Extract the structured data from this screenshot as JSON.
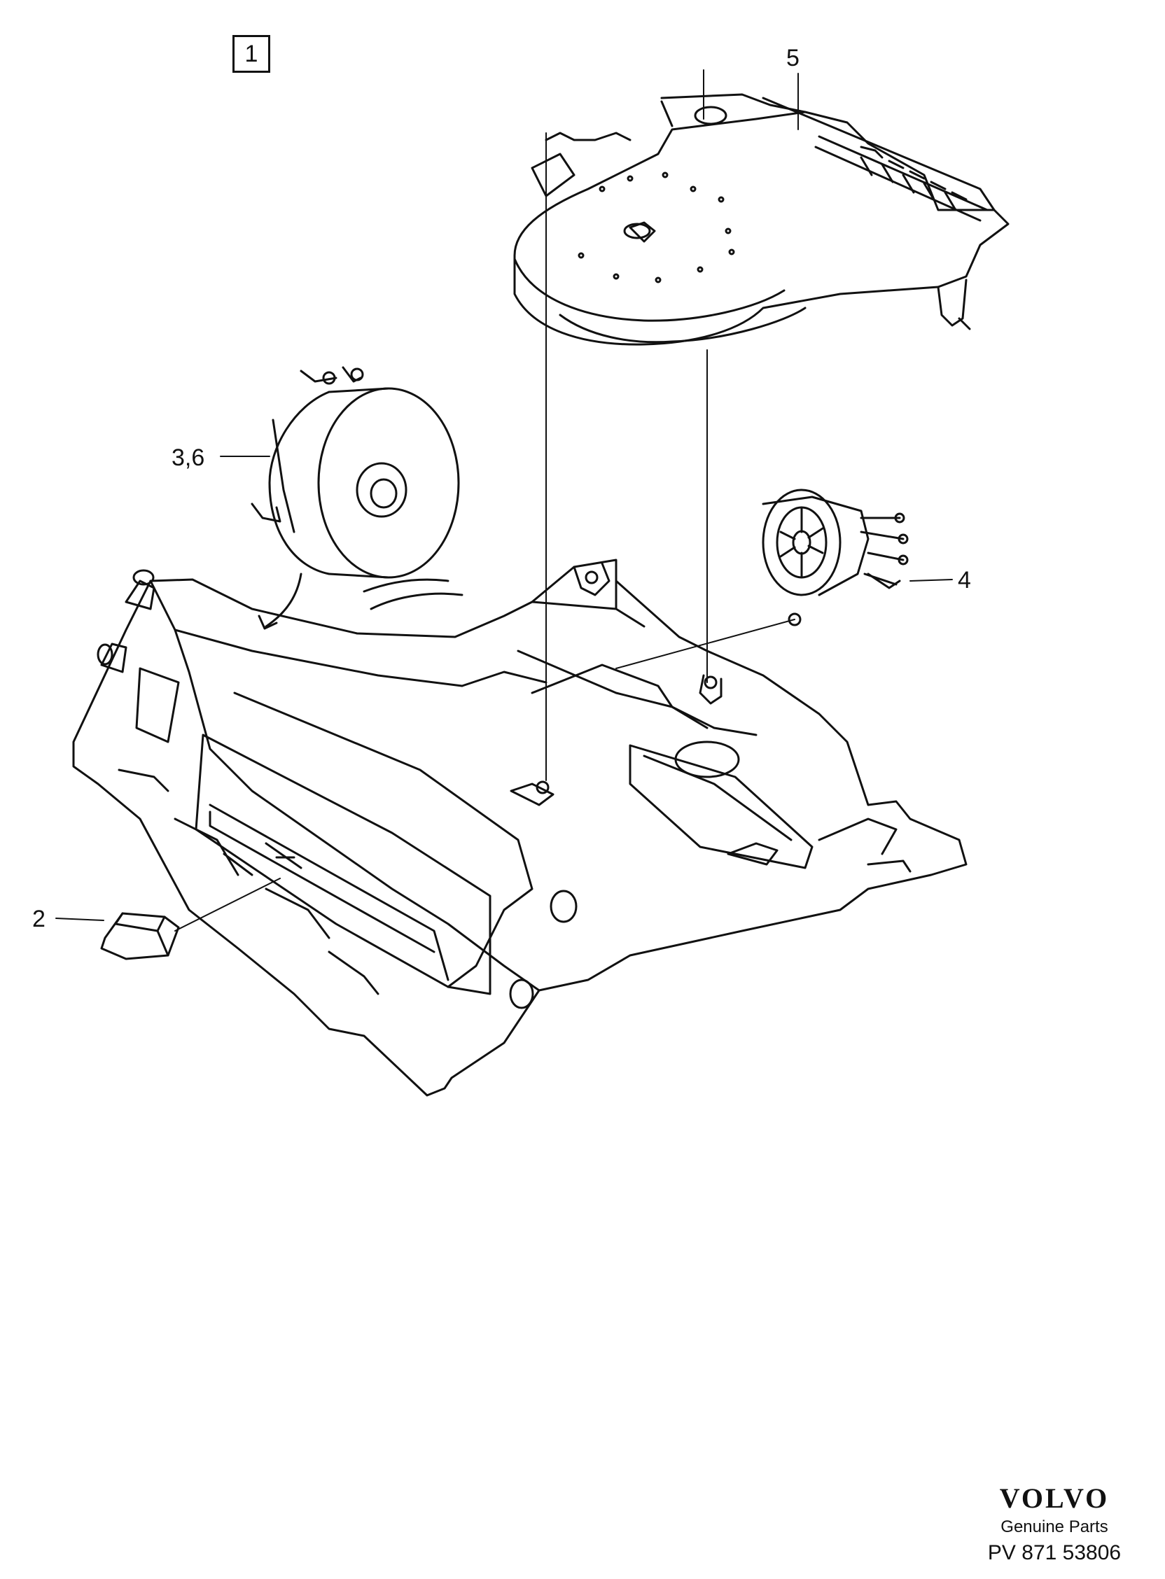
{
  "figure": {
    "number": "1"
  },
  "callouts": {
    "c2": "2",
    "c36": "3,6",
    "c4": "4",
    "c5": "5"
  },
  "brand": {
    "logo": "VOLVO",
    "subtitle": "Genuine Parts",
    "code": "PV 871 53806"
  },
  "colors": {
    "line": "#111111",
    "background": "#ffffff"
  }
}
